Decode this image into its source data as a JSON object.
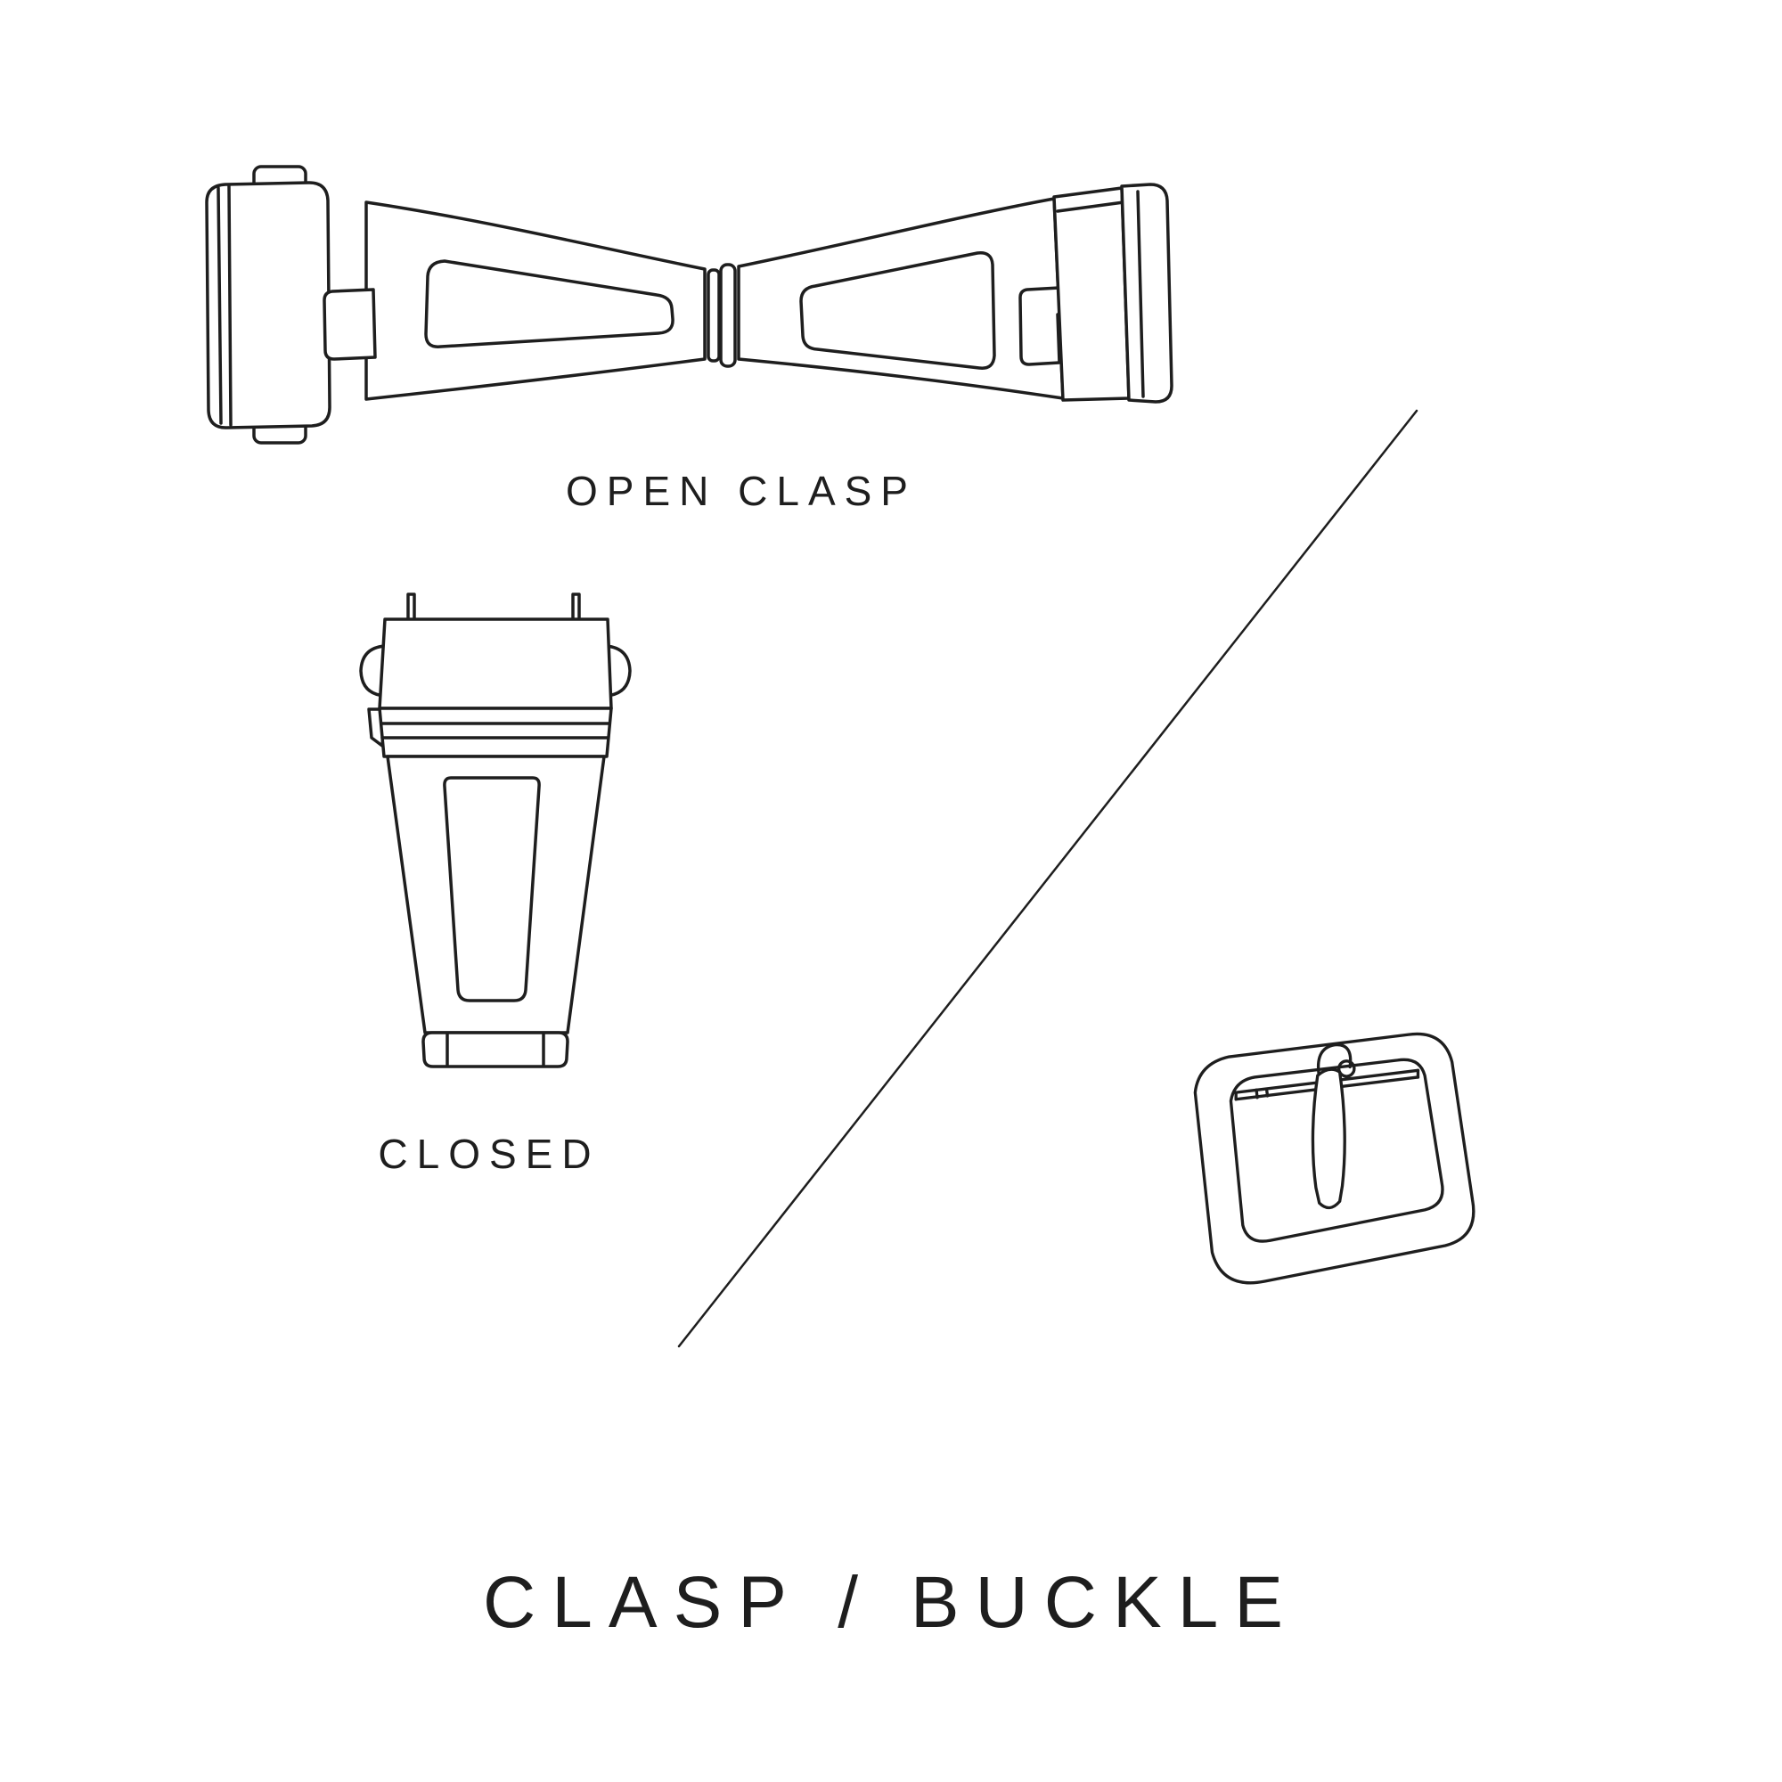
{
  "page": {
    "background_color": "#ffffff",
    "line_color": "#1e1e1e"
  },
  "labels": {
    "open_clasp": "OPEN CLASP",
    "closed": "CLOSED"
  },
  "title": "CLASP / BUCKLE",
  "illustrations": {
    "open_clasp": "open-clasp-line-drawing",
    "closed_clasp": "closed-clasp-line-drawing",
    "buckle": "tang-buckle-line-drawing",
    "divider": "diagonal-divider-line"
  }
}
